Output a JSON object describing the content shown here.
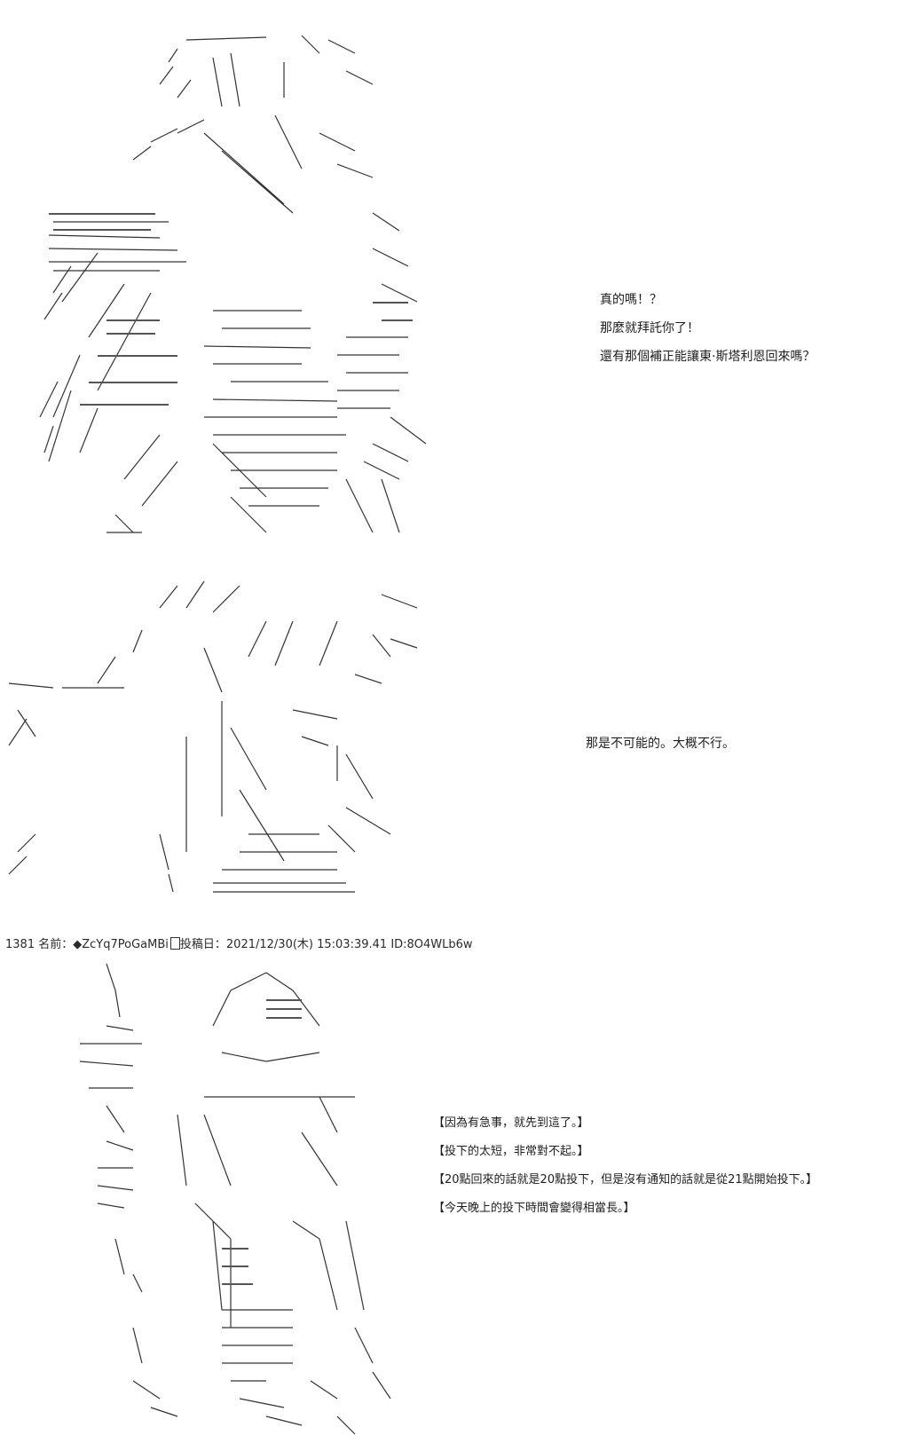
{
  "panel1": {
    "lines": [
      "真的嗎！？",
      "那麼就拜託你了！",
      "還有那個補正能讓東·斯塔利恩回來嗎？"
    ]
  },
  "panel2": {
    "lines": [
      "那是不可能的。大概不行。"
    ]
  },
  "post": {
    "number": "1381",
    "name_label": "名前：",
    "trip": "◆ZcYq7PoGaMBi",
    "date_label": "投稿日：",
    "datetime": "2021/12/30(木) 15:03:39.41",
    "id": "ID:8O4WLb6w"
  },
  "panel3": {
    "lines": [
      "【因為有急事，就先到這了。】",
      "【投下的太短，非常對不起。】",
      "【20點回來的話就是20點投下，但是沒有通知的話就是從21點開始投下。】",
      "【今天晚上的投下時間會變得相當長。】"
    ]
  },
  "art": {
    "ink_color": "#333333",
    "panel1_figure": "ascii-art-character-back-view",
    "panel2_figure": "ascii-art-character-profile",
    "panel3_figure": "ascii-art-character-with-staff"
  }
}
